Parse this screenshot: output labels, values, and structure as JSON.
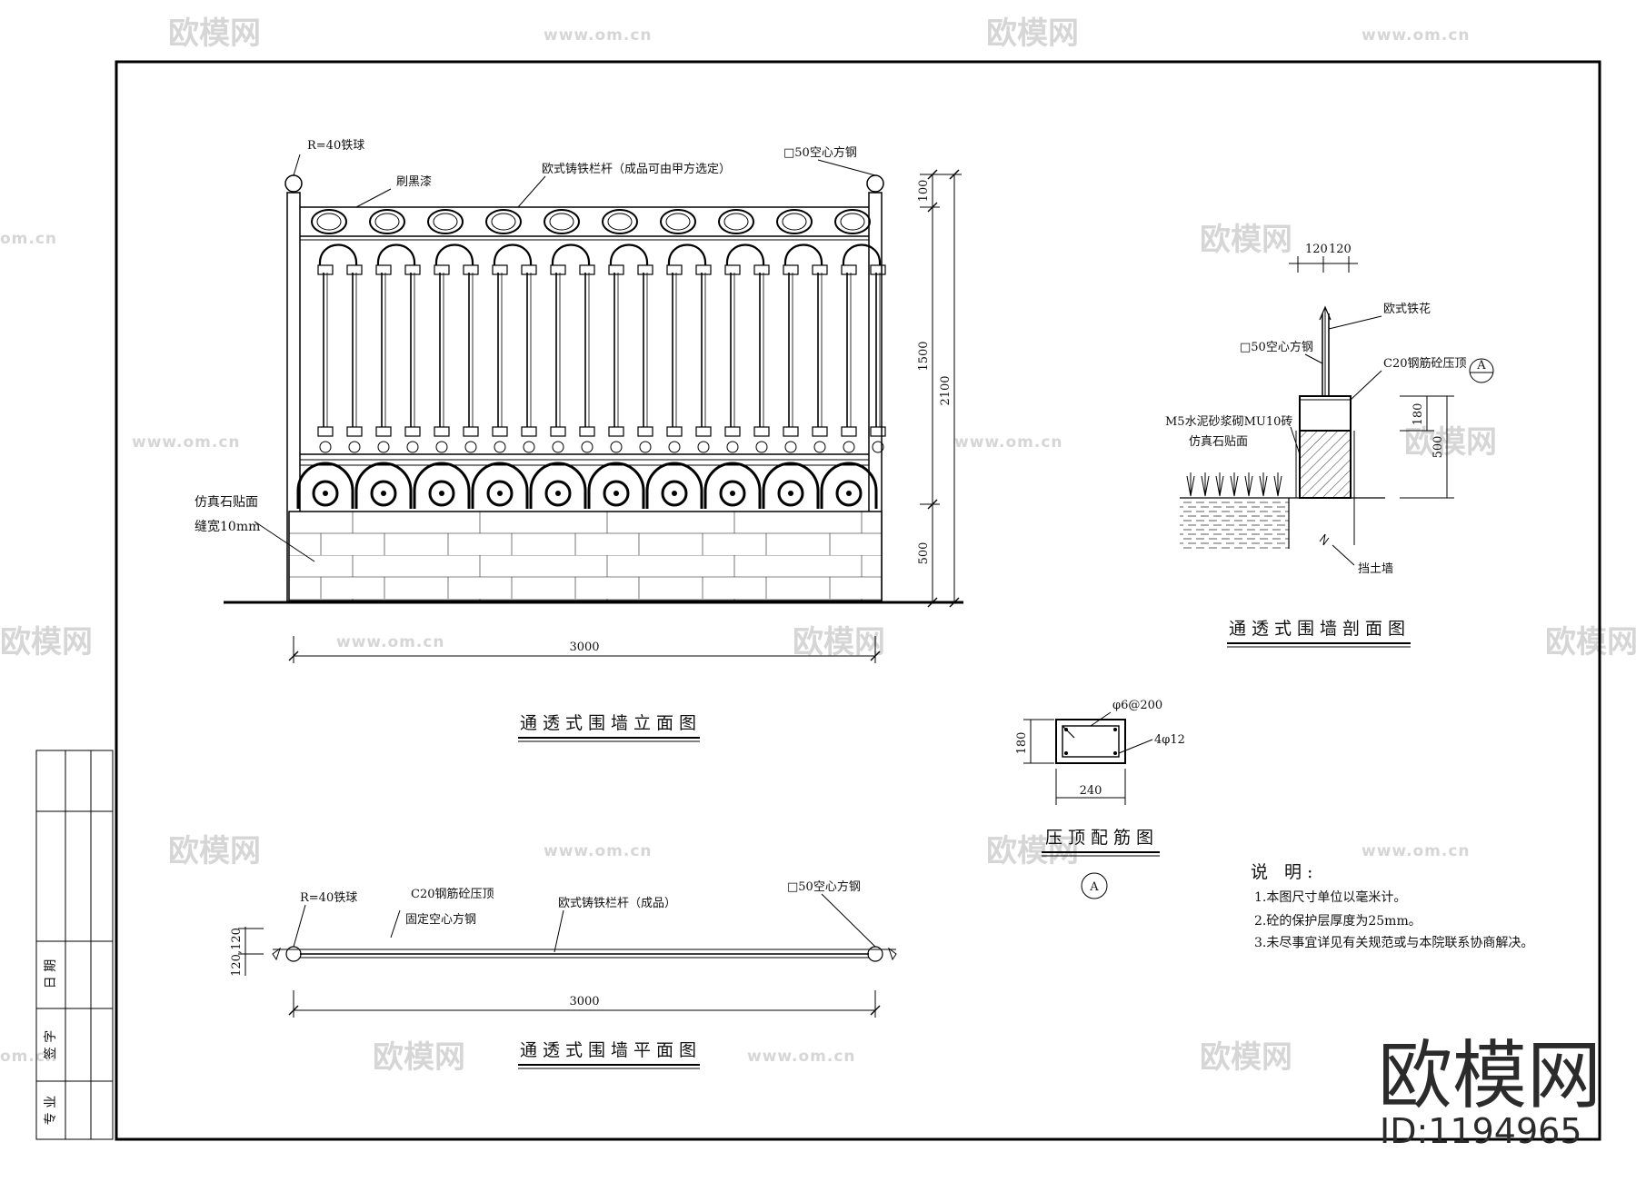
{
  "elevation": {
    "title": "通透式围墙立面图",
    "labels": {
      "ball": "R=40铁球",
      "paint": "刷黑漆",
      "railing": "欧式铸铁栏杆（成品可由甲方选定）",
      "square_steel": "□50空心方钢",
      "stone_face": "仿真石贴面",
      "joint_width": "缝宽10mm"
    },
    "dims": {
      "width": "3000",
      "top": "100",
      "middle": "1500",
      "total": "2100",
      "base": "500"
    }
  },
  "section": {
    "title": "通透式围墙剖面图",
    "labels": {
      "ornament": "欧式铁花",
      "square_steel": "□50空心方钢",
      "coping": "C20钢筋砼压顶",
      "brick": "M5水泥砂浆砌MU10砖",
      "stone_face": "仿真石贴面",
      "retaining": "挡土墙",
      "callout": "A"
    },
    "dims": {
      "w1": "120",
      "w2": "120",
      "coping_h": "180",
      "base_h": "500"
    }
  },
  "rebar": {
    "title": "压顶配筋图",
    "stirrup": "φ6@200",
    "bars": "4φ12",
    "height": "180",
    "width": "240",
    "callout": "A"
  },
  "plan": {
    "title": "通透式围墙平面图",
    "labels": {
      "ball": "R=40铁球",
      "coping": "C20钢筋砼压顶",
      "fixed": "固定空心方钢",
      "railing": "欧式铸铁栏杆（成品）",
      "square_steel": "□50空心方钢"
    },
    "dims": {
      "width": "3000",
      "depth": "120,120"
    }
  },
  "notes": {
    "heading": "说 明:",
    "items": [
      "1.本图尺寸单位以毫米计。",
      "2.砼的保护层厚度为25mm。",
      "3.未尽事宜详见有关规范或与本院联系协商解决。"
    ]
  },
  "title_block": {
    "date": "日 期",
    "sign": "签 字",
    "major": "专 业"
  },
  "watermark": {
    "brand": "欧模网",
    "url": "www.om.cn",
    "url_short": "om.cn",
    "id": "ID:1194965"
  }
}
